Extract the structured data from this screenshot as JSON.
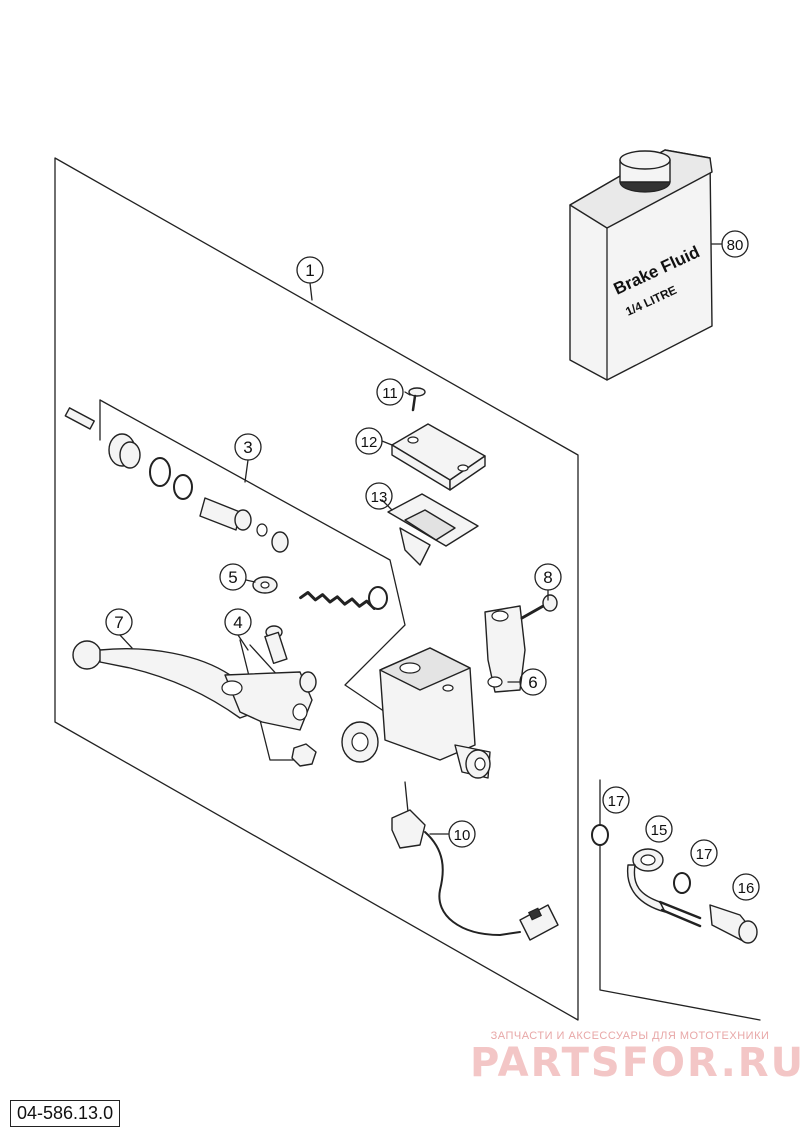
{
  "diagram": {
    "code": "04-586.13.0",
    "fluid_container": {
      "line1": "Brake Fluid",
      "line2": "1/4 LITRE"
    },
    "callouts": [
      {
        "id": "c1",
        "label": "1"
      },
      {
        "id": "c3",
        "label": "3"
      },
      {
        "id": "c4",
        "label": "4"
      },
      {
        "id": "c5",
        "label": "5"
      },
      {
        "id": "c6",
        "label": "6"
      },
      {
        "id": "c7",
        "label": "7"
      },
      {
        "id": "c8",
        "label": "8"
      },
      {
        "id": "c10",
        "label": "10"
      },
      {
        "id": "c11",
        "label": "11"
      },
      {
        "id": "c12",
        "label": "12"
      },
      {
        "id": "c13",
        "label": "13"
      },
      {
        "id": "c15",
        "label": "15"
      },
      {
        "id": "c16",
        "label": "16"
      },
      {
        "id": "c17a",
        "label": "17"
      },
      {
        "id": "c17b",
        "label": "17"
      },
      {
        "id": "c80",
        "label": "80"
      }
    ]
  },
  "watermark": {
    "tagline": "ЗАПЧАСТИ И АКСЕССУАРЫ ДЛЯ МОТОТЕХНИКИ",
    "brand": "PARTSFOR.RU"
  }
}
